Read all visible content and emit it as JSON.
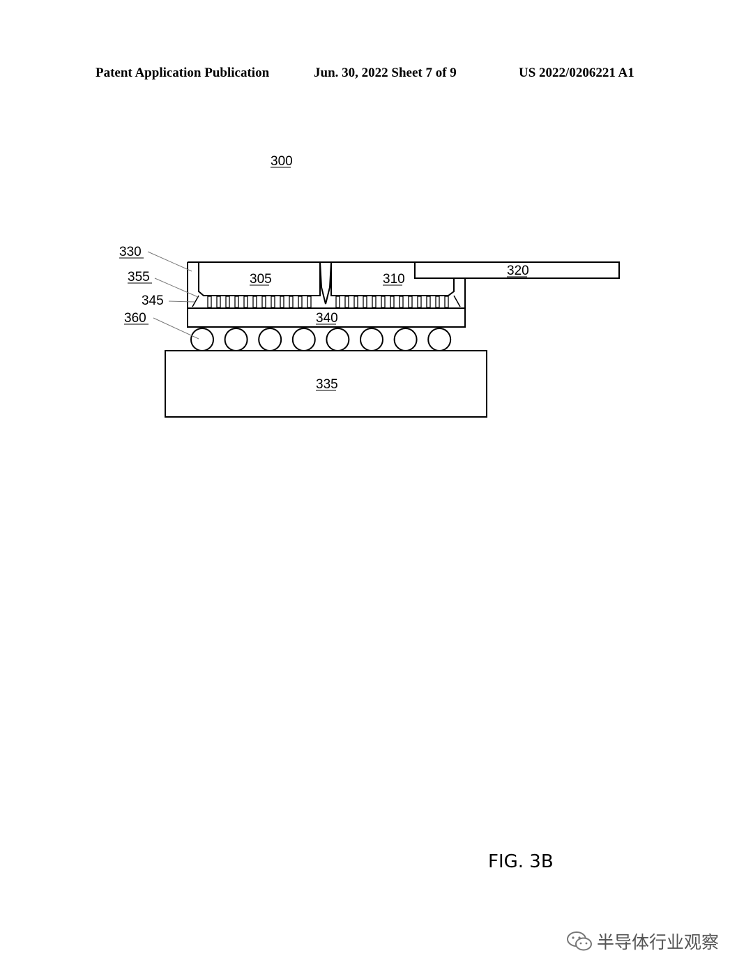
{
  "header": {
    "left": "Patent Application Publication",
    "middle": "Jun. 30, 2022  Sheet 7 of 9",
    "right": "US 2022/0206221 A1"
  },
  "figure": {
    "reference": "300",
    "title": "FIG. 3B",
    "components": {
      "die_305": "305",
      "die_310": "310",
      "element_320": "320",
      "interposer_340": "340",
      "substrate_335": "335"
    },
    "callouts": {
      "c330": "330",
      "c355": "355",
      "c345": "345",
      "c360": "360"
    },
    "solder_ball_count": 8
  },
  "watermark": {
    "text": "半导体行业观察",
    "icon": "wechat-icon"
  }
}
